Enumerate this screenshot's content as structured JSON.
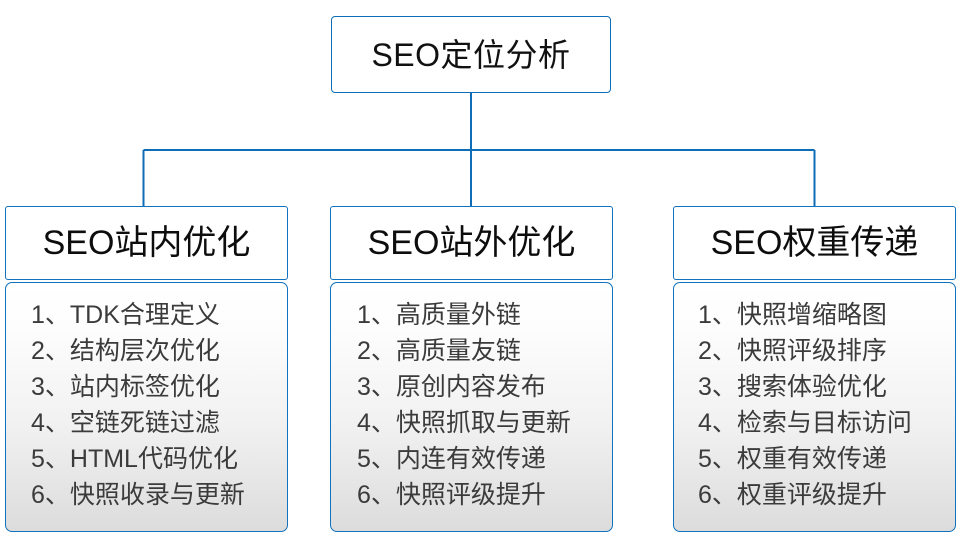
{
  "diagram": {
    "type": "org-tree",
    "root": {
      "label": "SEO定位分析"
    },
    "branches": [
      {
        "id": "seo-onsite",
        "title": "SEO站内优化",
        "items": [
          "1、TDK合理定义",
          "2、结构层次优化",
          "3、站内标签优化",
          "4、空链死链过滤",
          "5、HTML代码优化",
          "6、快照收录与更新"
        ]
      },
      {
        "id": "seo-offsite",
        "title": "SEO站外优化",
        "items": [
          "1、高质量外链",
          "2、高质量友链",
          "3、原创内容发布",
          "4、快照抓取与更新",
          "5、内连有效传递",
          "6、快照评级提升"
        ]
      },
      {
        "id": "seo-weight",
        "title": "SEO权重传递",
        "items": [
          "1、快照增缩略图",
          "2、快照评级排序",
          "3、搜索体验优化",
          "4、检索与目标访问",
          "5、权重有效传递",
          "6、权重评级提升"
        ]
      }
    ],
    "colors": {
      "connector": "#0f6cb6",
      "box_border": "#1272bd",
      "root_text": "#111111",
      "branch_title_text": "#0d0d0d",
      "item_text": "#3b3b3b",
      "panel_background_top": "#ffffff",
      "panel_background_bottom": "#dcdcdc",
      "page_background": "#ffffff"
    }
  }
}
